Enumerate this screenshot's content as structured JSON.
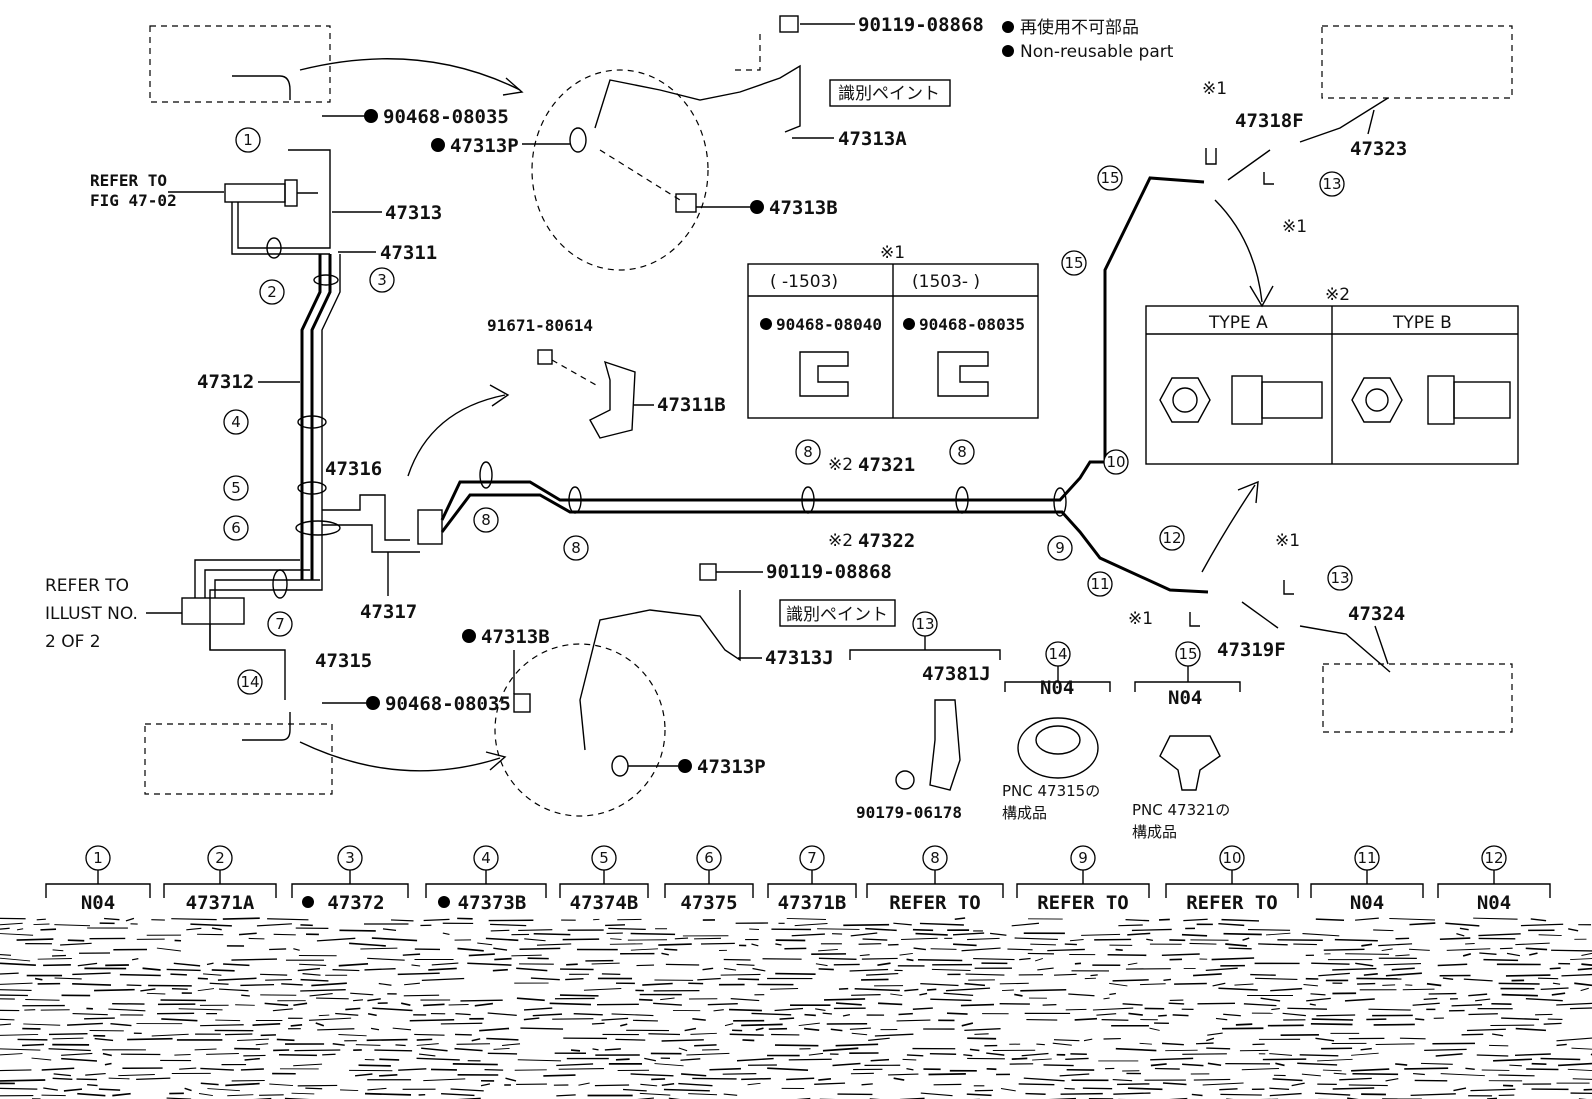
{
  "legend": {
    "non_reusable_jp": "再使用不可部品",
    "non_reusable_en": "Non-reusable part"
  },
  "parts": {
    "p90119_top": "90119-08868",
    "paint_id_top": "識別ペイント",
    "p47313A": "47313A",
    "p47313P_top": "47313P",
    "p47313B_top": "47313B",
    "p90468_top": "90468-08035",
    "p47313": "47313",
    "p47311": "47311",
    "p47312": "47312",
    "p47316": "47316",
    "p47317": "47317",
    "p47315": "47315",
    "p90468_bot": "90468-08035",
    "p47313B_bot": "47313B",
    "p47313P_bot": "47313P",
    "p90119_bot": "90119-08868",
    "paint_id_bot": "識別ペイント",
    "p47313J": "47313J",
    "p91671": "91671-80614",
    "p47311B": "47311B",
    "p47321": "47321",
    "p47322": "47322",
    "p47318F": "47318F",
    "p47323": "47323",
    "p47319F": "47319F",
    "p47324": "47324",
    "p47381J": "47381J",
    "p90179": "90179-06178",
    "refer_fig_l1": "REFER TO",
    "refer_fig_l2": "FIG 47-02",
    "refer_illust_l1": "REFER TO",
    "refer_illust_l2": "ILLUST NO.",
    "refer_illust_l3": "2 OF 2"
  },
  "mark_note1": "※1",
  "mark_note2": "※2",
  "table1": {
    "note": "※1",
    "col1_header": "(      -1503)",
    "col2_header": "(1503-      )",
    "col1_part": "90468-08040",
    "col2_part": "90468-08035"
  },
  "table2": {
    "note": "※2",
    "col1_header": "TYPE A",
    "col2_header": "TYPE B"
  },
  "detail13": {
    "num": "13",
    "part": "47381J",
    "sub": "90179-06178"
  },
  "detail14": {
    "num": "14",
    "code": "N04",
    "note_l1": "PNC 47315の",
    "note_l2": "構成品"
  },
  "detail15": {
    "num": "15",
    "code": "N04",
    "note_l1": "PNC 47321の",
    "note_l2": "構成品"
  },
  "callouts": {
    "c1": "1",
    "c2": "2",
    "c3": "3",
    "c4": "4",
    "c5": "5",
    "c6": "6",
    "c7": "7",
    "c8a": "8",
    "c8b": "8",
    "c8c": "8",
    "c8d": "8",
    "c9": "9",
    "c10": "10",
    "c11": "11",
    "c12": "12",
    "c13a": "13",
    "c13b": "13",
    "c14": "14",
    "c15a": "15",
    "c15b": "15"
  },
  "bottom_row": [
    {
      "num": "1",
      "label": "N04",
      "dot": false
    },
    {
      "num": "2",
      "label": "47371A",
      "dot": false
    },
    {
      "num": "3",
      "label": "47372",
      "dot": true
    },
    {
      "num": "4",
      "label": "47373B",
      "dot": true
    },
    {
      "num": "5",
      "label": "47374B",
      "dot": false
    },
    {
      "num": "6",
      "label": "47375",
      "dot": false
    },
    {
      "num": "7",
      "label": "47371B",
      "dot": false
    },
    {
      "num": "8",
      "label": "REFER TO",
      "dot": false
    },
    {
      "num": "9",
      "label": "REFER TO",
      "dot": false
    },
    {
      "num": "10",
      "label": "REFER TO",
      "dot": false
    },
    {
      "num": "11",
      "label": "N04",
      "dot": false
    },
    {
      "num": "12",
      "label": "N04",
      "dot": false
    }
  ]
}
